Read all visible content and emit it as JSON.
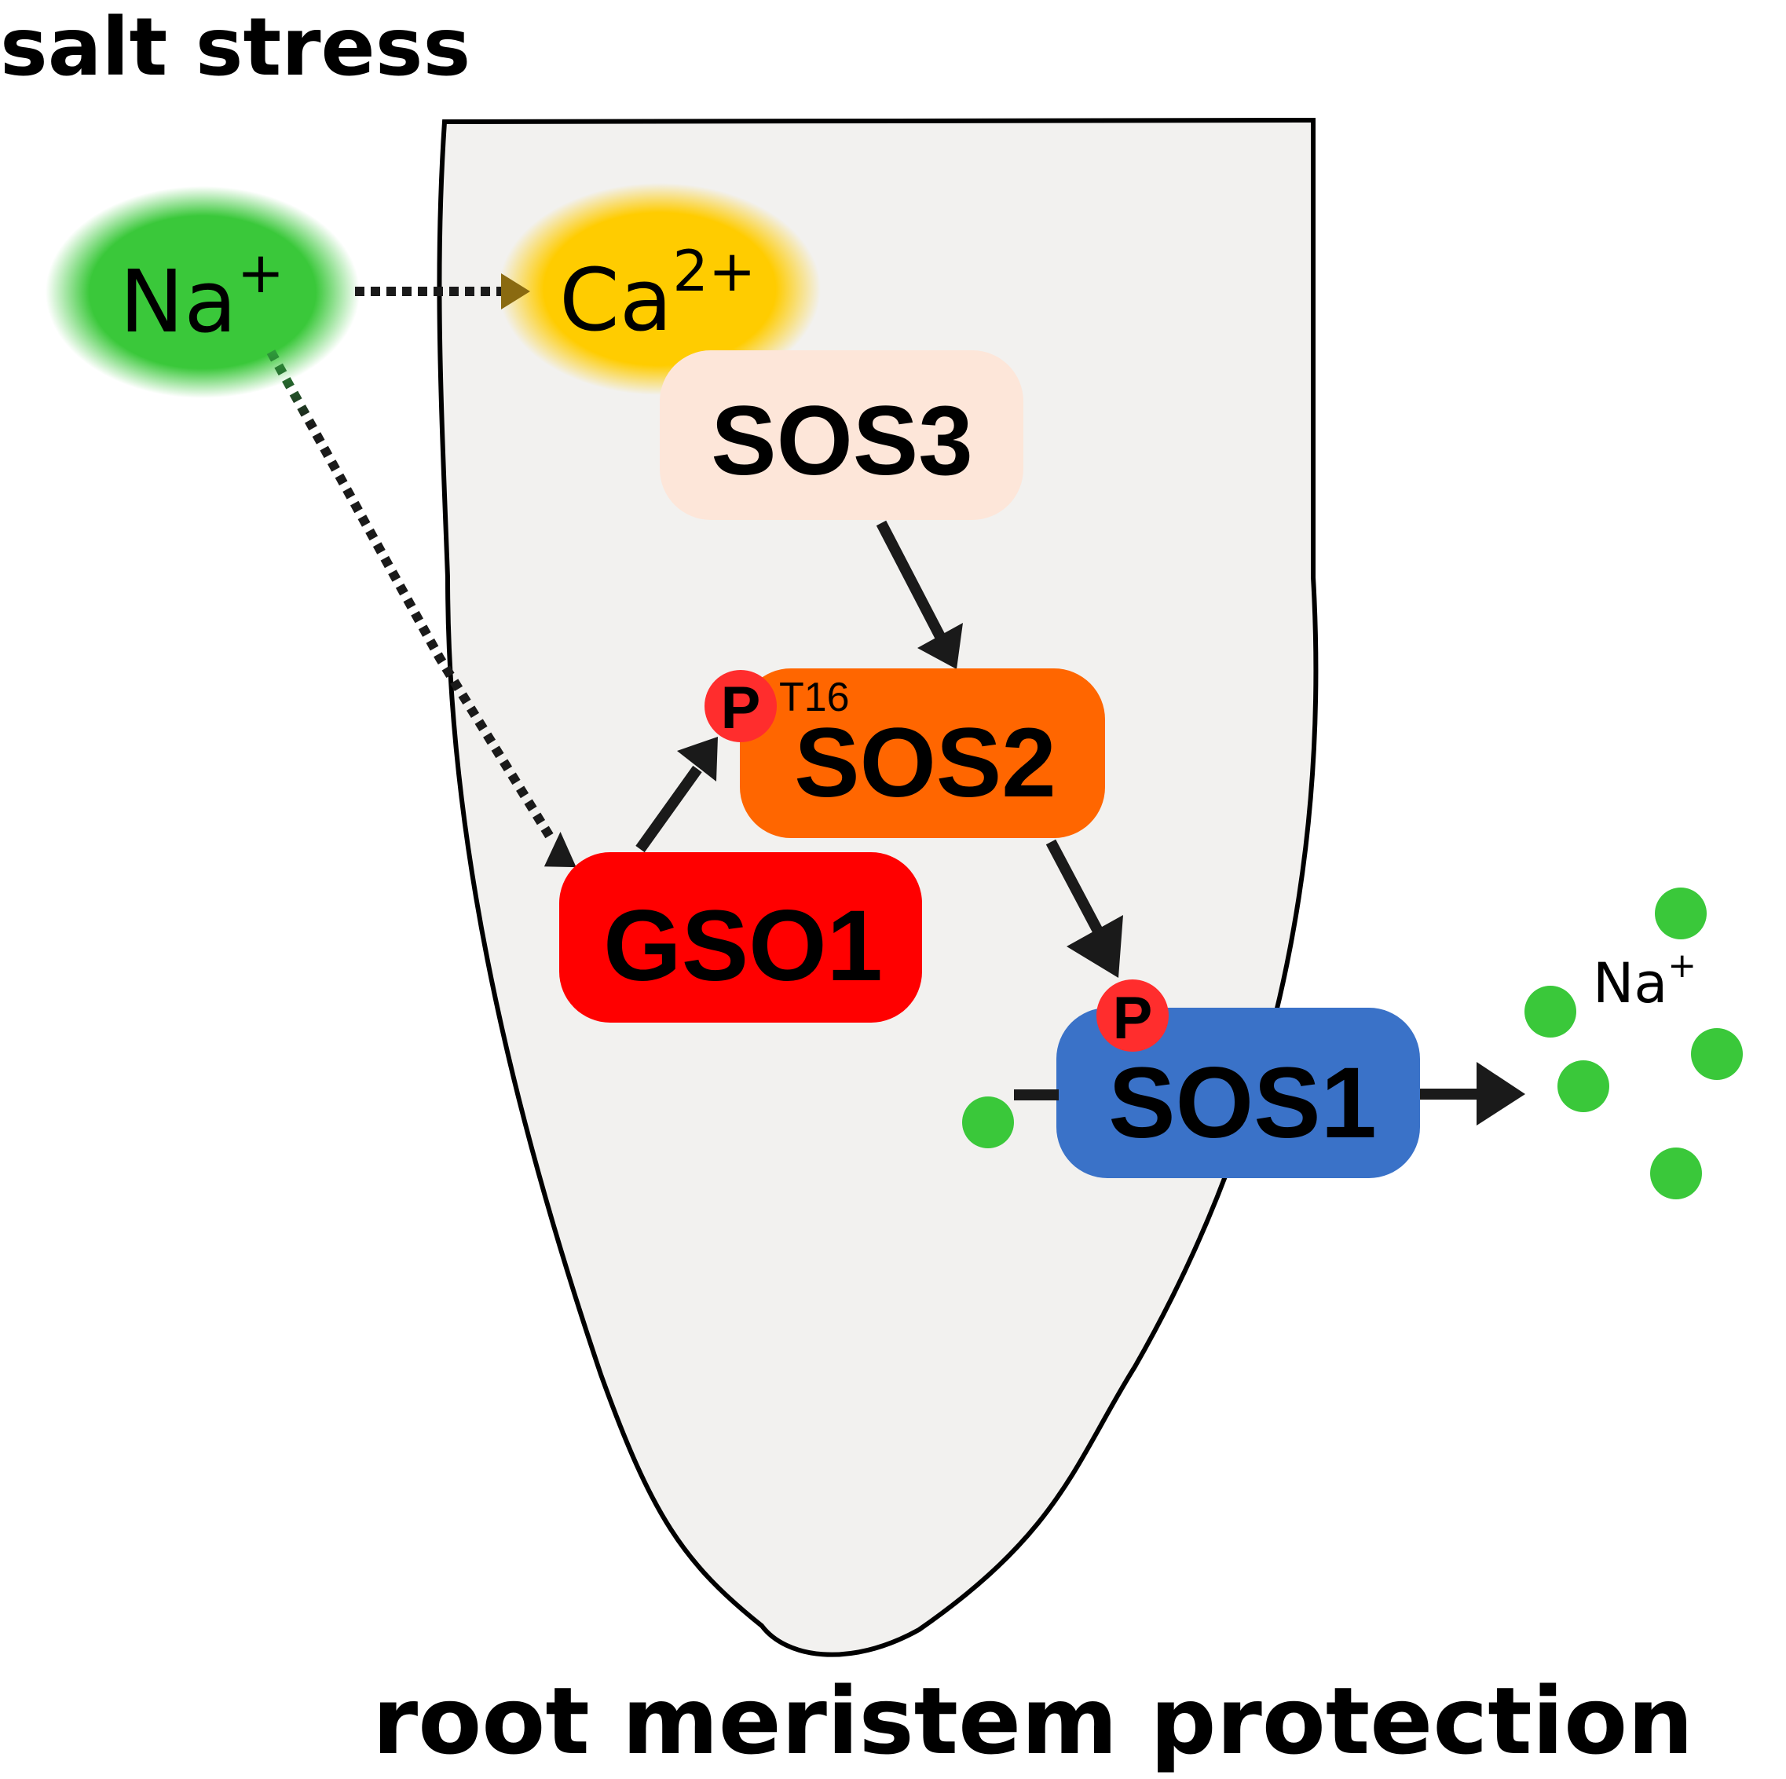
{
  "title_top": "salt stress",
  "title_bottom": "root meristem protection",
  "colors": {
    "root_fill": "#f2f1ef",
    "root_stroke": "#000000",
    "na_green": "#3ac83a",
    "ca_yellow": "#ffcc00",
    "sos3": "#fde6d9",
    "sos2": "#ff6600",
    "gso1": "#ff0000",
    "sos1": "#3a72c8",
    "phospho": "#ff2d2d",
    "arrow": "#1a1a1a"
  },
  "ions": {
    "na_outside": {
      "base": "Na",
      "charge": "+"
    },
    "ca_inside": {
      "base": "Ca",
      "charge": "2+"
    },
    "na_extruded": {
      "base": "Na",
      "charge": "+"
    }
  },
  "proteins": {
    "sos3": "SOS3",
    "sos2": "SOS2",
    "gso1": "GSO1",
    "sos1": "SOS1"
  },
  "phospho": {
    "symbol": "P",
    "sos2_site": "T16"
  },
  "edges": [
    {
      "from": "Na+",
      "to": "Ca2+",
      "style": "dotted"
    },
    {
      "from": "Na+",
      "to": "GSO1",
      "style": "dotted"
    },
    {
      "from": "SOS3",
      "to": "SOS2",
      "style": "solid"
    },
    {
      "from": "GSO1",
      "to": "SOS2 (P T16)",
      "style": "solid"
    },
    {
      "from": "SOS2",
      "to": "SOS1 (P)",
      "style": "solid"
    },
    {
      "from": "SOS1",
      "to": "Na+ (extracellular)",
      "style": "solid"
    }
  ]
}
